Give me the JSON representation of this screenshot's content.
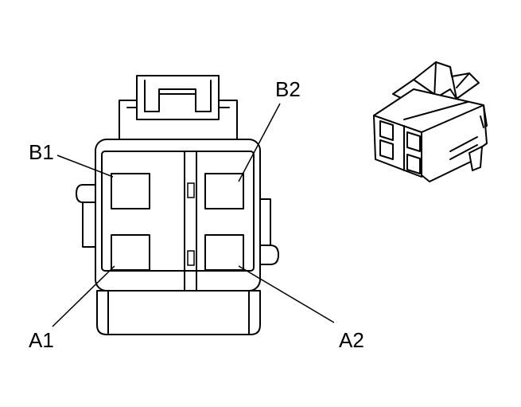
{
  "terminals": {
    "b1": "B1",
    "b2": "B2",
    "a1": "A1",
    "a2": "A2"
  }
}
